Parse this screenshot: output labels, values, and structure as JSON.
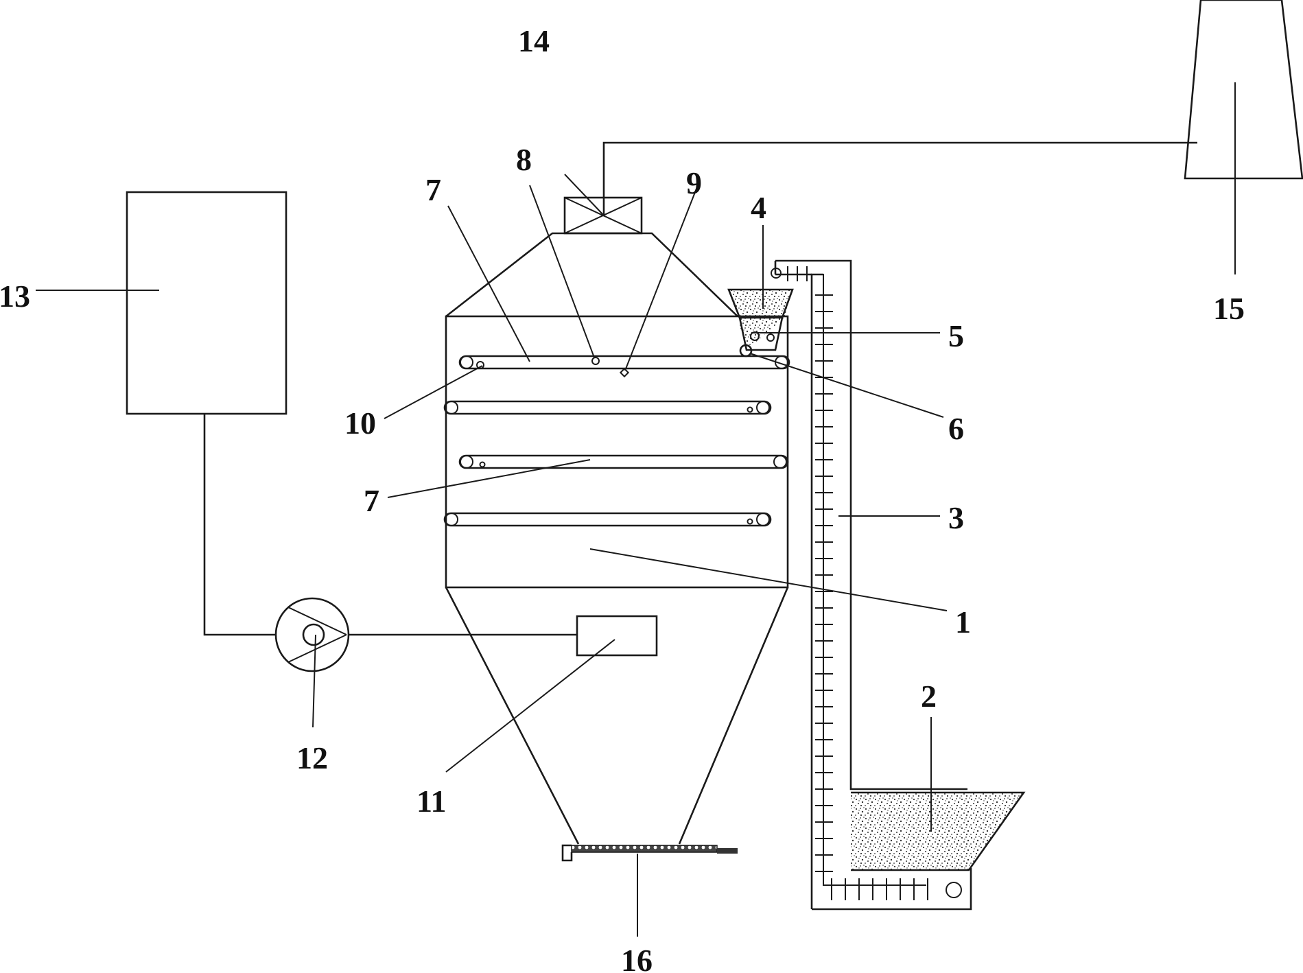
{
  "labels": {
    "n1": "1",
    "n2": "2",
    "n3": "3",
    "n4": "4",
    "n5": "5",
    "n6": "6",
    "n7a": "7",
    "n7b": "7",
    "n8": "8",
    "n9": "9",
    "n10": "10",
    "n11": "11",
    "n12": "12",
    "n13": "13",
    "n14": "14",
    "n15": "15",
    "n16": "16"
  },
  "colors": {
    "line": "#1a1a1a",
    "background": "#ffffff",
    "material": "#333333"
  }
}
